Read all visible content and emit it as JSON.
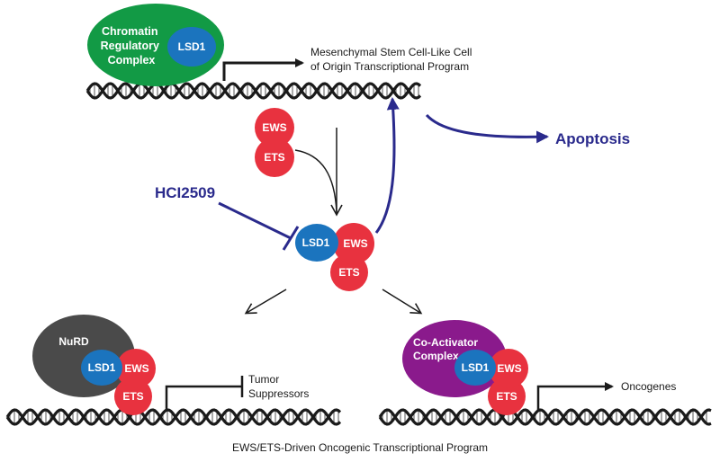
{
  "top": {
    "complex_label_lines": [
      "Chromatin",
      "Regulatory",
      "Complex"
    ],
    "lsd1": "LSD1",
    "program_lines": [
      "Mesenchymal Stem Cell-Like Cell",
      "of Origin Transcriptional Program"
    ]
  },
  "middle": {
    "ews": "EWS",
    "ets": "ETS",
    "inhibitor": "HCI2509",
    "outcome": "Apoptosis",
    "lsd1": "LSD1"
  },
  "bottom_left": {
    "complex": "NuRD",
    "lsd1": "LSD1",
    "ews": "EWS",
    "ets": "ETS",
    "target_lines": [
      "Tumor",
      "Suppressors"
    ]
  },
  "bottom_right": {
    "complex_lines": [
      "Co-Activator",
      "Complex"
    ],
    "lsd1": "LSD1",
    "ews": "EWS",
    "ets": "ETS",
    "target": "Oncogenes"
  },
  "caption": "EWS/ETS-Driven Oncogenic Transcriptional Program",
  "colors": {
    "chromatin_complex": "#129a45",
    "lsd1": "#1b74be",
    "ews_ets": "#e8323f",
    "nurd": "#4a4a4a",
    "coactivator": "#8a1a8c",
    "accent_arrow": "#2a2a8c",
    "dna": "#1a1a1a"
  }
}
